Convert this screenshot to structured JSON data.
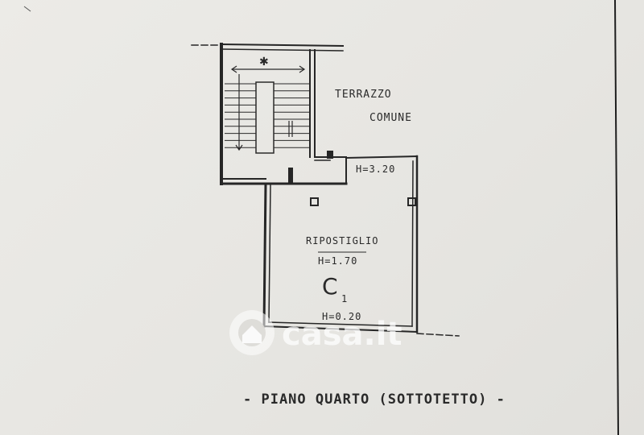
{
  "rooms": {
    "terrace_line1": "TERRAZZO",
    "terrace_line2": "COMUNE",
    "storage_name": "RIPOSTIGLIO",
    "storage_height": "H=1.70"
  },
  "heights": {
    "corner": "H=3.20",
    "bottom": "H=0.20"
  },
  "unit": {
    "letter": "C",
    "index": "1"
  },
  "floor_title": "- PIANO QUARTO (SOTTOTETTO) -",
  "watermark": {
    "text": "casa.it",
    "icon": "house-logo-icon"
  },
  "colors": {
    "paper": "#e9e8e4",
    "ink": "#2a2a2a",
    "watermark": "#ffffff"
  }
}
